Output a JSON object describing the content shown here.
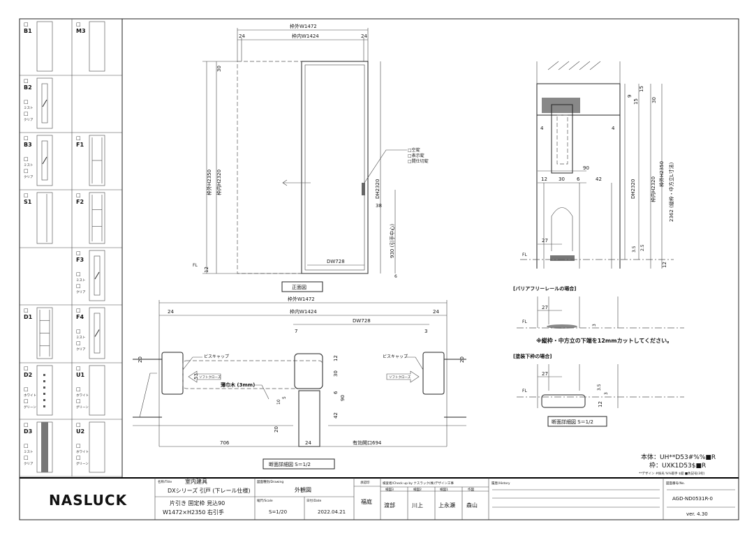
{
  "options_panel": {
    "checkbox": "□",
    "rows": [
      [
        {
          "code": "B1",
          "sub": []
        },
        {
          "code": "M3",
          "sub": []
        }
      ],
      [
        {
          "code": "B2",
          "sub": [
            "ミスト",
            "クリア"
          ]
        },
        null
      ],
      [
        {
          "code": "B3",
          "sub": [
            "ミスト",
            "クリア"
          ]
        },
        {
          "code": "F1",
          "sub": []
        }
      ],
      [
        {
          "code": "S1",
          "sub": []
        },
        {
          "code": "F2",
          "sub": []
        }
      ],
      [
        null,
        {
          "code": "F3",
          "sub": [
            "ミスト",
            "クリア"
          ]
        }
      ],
      [
        {
          "code": "D1",
          "sub": []
        },
        {
          "code": "F4",
          "sub": [
            "ミスト",
            "クリア"
          ]
        }
      ],
      [
        {
          "code": "D2",
          "sub": [
            "ホワイト",
            "グリーン"
          ]
        },
        {
          "code": "U1",
          "sub": [
            "ホワイト",
            "グリーン"
          ]
        }
      ],
      [
        {
          "code": "D3",
          "sub": [
            "ミスト",
            "クリア"
          ]
        },
        {
          "code": "U2",
          "sub": [
            "ホワイト",
            "グリーン"
          ]
        }
      ]
    ]
  },
  "front_view": {
    "outer_width": "枠外W1472",
    "inner_width": "枠内W1424",
    "side_left": "24",
    "side_right": "24",
    "top_30": "30",
    "outer_height": "枠外H2350",
    "inner_height": "枠内H2320",
    "door_height": "DH2320",
    "door_width": "DW728",
    "handle_offset": "38",
    "handle_height": "930 (引手中心)",
    "bottom_12": "12",
    "bottom_6": "6",
    "fl": "FL",
    "lock_options": [
      "□空錠",
      "□表示錠",
      "□間仕切錠"
    ],
    "caption": "正面図"
  },
  "plan_section": {
    "outer_width": "枠外W1472",
    "inner_width": "枠内W1424",
    "side_left": "24",
    "side_right": "24",
    "door_width": "DW728",
    "dim_7": "7",
    "dim_3": "3",
    "dim_20a": "20",
    "dim_20b": "20",
    "dim_53": "53",
    "dim_12": "12",
    "dim_30": "30",
    "dim_6": "6",
    "dim_90": "90",
    "dim_42": "42",
    "dim_10": "10",
    "dim_5": "5",
    "screw_cap_left": "ビスキャップ",
    "screw_cap_right": "ビスキャップ",
    "soft_close_left": "ソフトクローズ",
    "soft_close_right": "ソフトクローズ",
    "baseboard": "薄巾木 (3mm)",
    "dim_706": "706",
    "dim_24": "24",
    "opening": "有効開口694",
    "caption": "断面詳細図 S＝1/2"
  },
  "vertical_section": {
    "dim_4l": "4",
    "dim_4r": "4",
    "dim_90": "90",
    "dim_12": "12",
    "dim_30": "30",
    "dim_6": "6",
    "dim_42": "42",
    "dim_27": "27",
    "dim_9": "9",
    "dim_15a": "15",
    "dim_15b": "15",
    "dim_30v": "30",
    "dim_35": "3.5",
    "dim_25": "2.5",
    "dim_12v": "12",
    "door_height": "DH2320",
    "inner_height": "枠内H2320",
    "outer_height": "枠外H2350",
    "post_height": "2362 (縦枠・中方立L寸法)",
    "fl": "FL",
    "barrier_free_title": "[バリアフリーレールの場合]",
    "bf_27": "27",
    "bf_3": "3",
    "note": "※縦枠・中方立の下端を12mmカットしてください。",
    "painted_title": "[塗装下枠の場合]",
    "pt_27": "27",
    "pt_35": "3.5",
    "pt_3": "3",
    "pt_12": "12",
    "fl2": "FL",
    "fl3": "FL",
    "caption": "断面詳細図 S＝1/2"
  },
  "product_codes": {
    "body": "本体：UH**D53#%%■R",
    "frame": "枠：UXK1D53$■R",
    "legend": "**デザイン #採光 %%取手 $錠 ■色記号(3桁)"
  },
  "title_block": {
    "logo": "NASLUCK",
    "title_label": "名称/Title",
    "title_1": "室内建具",
    "title_2": "DXシリーズ 引戸 (下レール仕様)",
    "title_3": "片引き 固定枠 見込90",
    "title_4": "W1472×H2350 右引手",
    "drawing_label": "図面種別/Drawing",
    "drawing": "外観図",
    "scale_label": "縮尺/Scale",
    "scale": "S=1/20",
    "date_label": "日付/Date",
    "date": "2022.04.21",
    "approval_label": "承認印",
    "approver": "福庭",
    "check_label": "検査者/Check up by ナスラック(株)デザイン工事",
    "check_cols": [
      "検図3",
      "検図2",
      "検図1",
      "作図"
    ],
    "checkers": [
      "渡部",
      "川上",
      "上永瀬",
      "森山"
    ],
    "history_label": "履歴/History",
    "no_label": "図面番号/No.",
    "drawing_no": "AGD-ND0531R-0",
    "version": "ver. 4.30"
  }
}
